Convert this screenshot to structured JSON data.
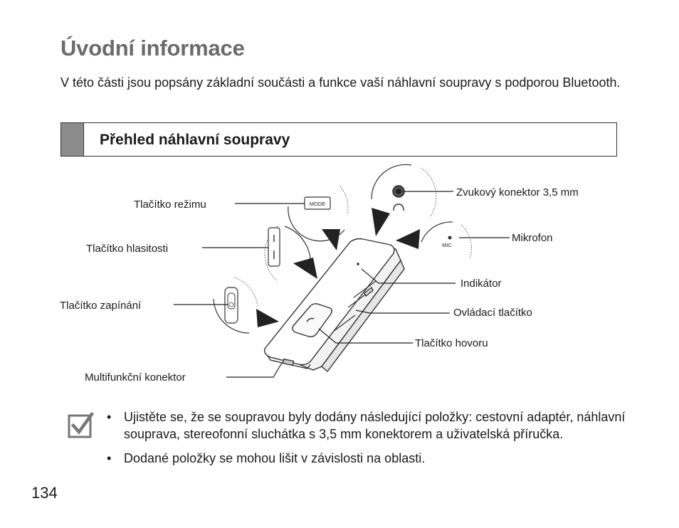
{
  "page": {
    "title": "Úvodní informace",
    "intro": "V této části jsou popsány základní součásti a funkce vaší náhlavní soupravy s podporou Bluetooth.",
    "section_heading": "Přehled náhlavní soupravy",
    "page_number": "134"
  },
  "diagram": {
    "labels": {
      "mode_button": "Tlačítko režimu",
      "volume_button": "Tlačítko hlasitosti",
      "power_button": "Tlačítko zapínání",
      "multifunction_connector": "Multifunkční konektor",
      "audio_connector": "Zvukový konektor 3,5 mm",
      "microphone": "Mikrofon",
      "indicator": "Indikátor",
      "control_button": "Ovládací tlačítko",
      "call_button": "Tlačítko hovoru"
    },
    "inset_text": {
      "mode": "MODE",
      "mic": "MIC"
    }
  },
  "notes": {
    "bullet": "•",
    "items": [
      "Ujistěte se, že se soupravou byly dodány následující položky: cestovní adaptér, náhlavní souprava, stereofonní sluchátka s 3,5 mm konektorem a uživatelská příručka.",
      "Dodané položky se mohou lišit v závislosti na oblasti."
    ]
  },
  "icons": {
    "note_icon": "checkbox-check-icon"
  }
}
